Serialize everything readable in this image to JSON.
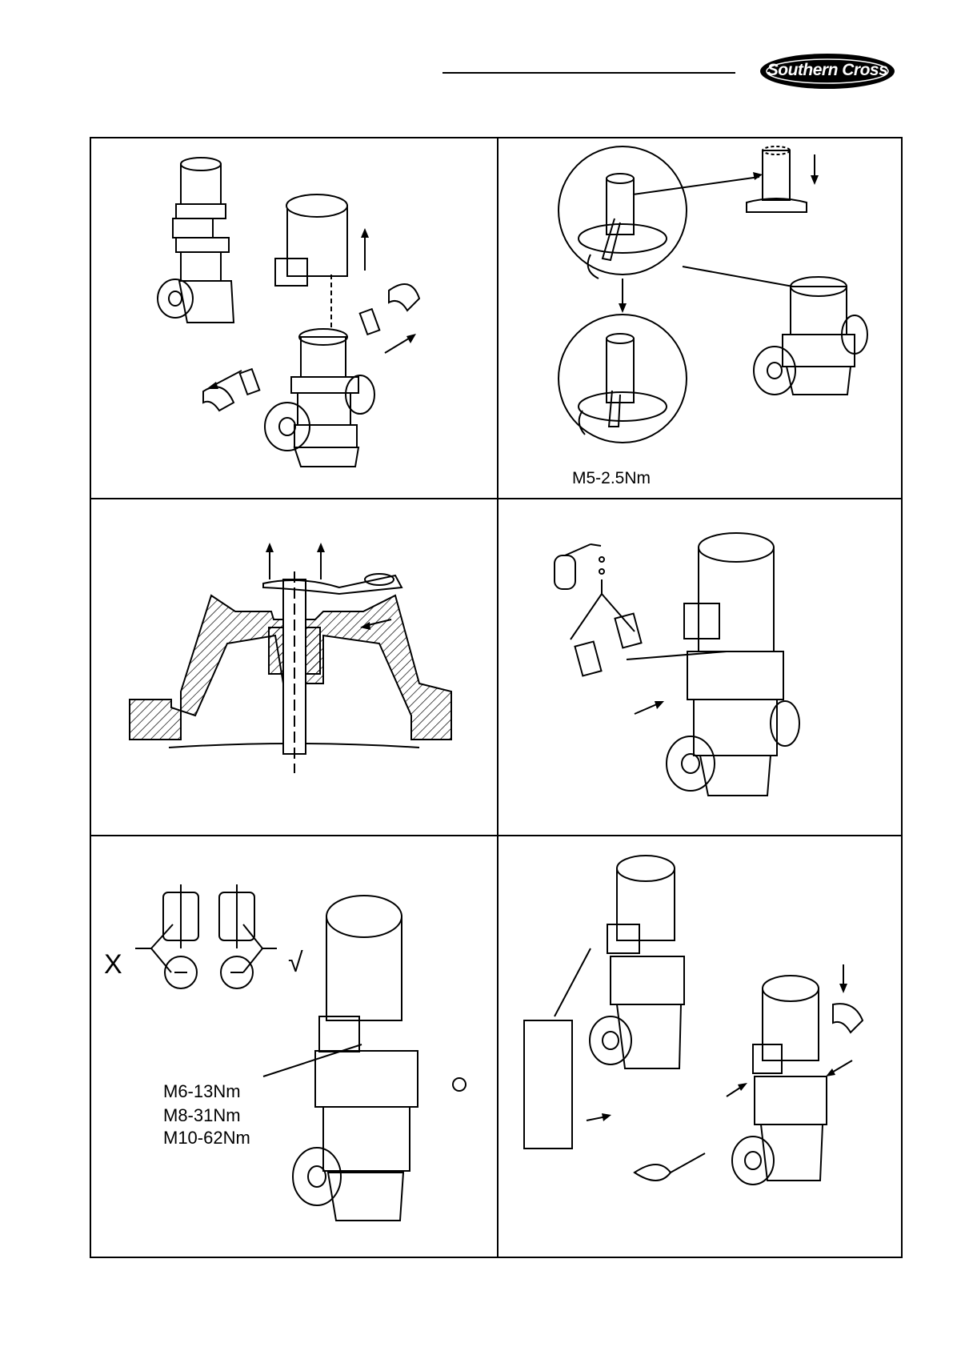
{
  "header": {
    "brand": "Southern Cross"
  },
  "panels": {
    "p2": {
      "torque": "M5-2.5Nm"
    },
    "p5": {
      "torques": [
        "M6-13Nm",
        "M8-31Nm",
        "M10-62Nm"
      ],
      "wrong_mark": "X",
      "right_mark": "√"
    }
  },
  "icons": {
    "arrow": "arrow-icon",
    "check": "check-icon",
    "cross": "cross-icon"
  }
}
